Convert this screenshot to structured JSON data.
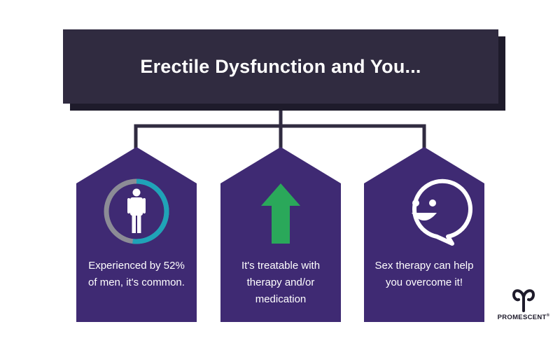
{
  "title": "Erectile Dysfunction and You...",
  "colors": {
    "title_bg": "#302b40",
    "title_shadow": "#1e1b2b",
    "card_bg": "#3f2a73",
    "connector": "#302b40",
    "ring_gray": "#8c8c96",
    "ring_teal": "#1fa3b8",
    "arrow_green": "#2aa85a"
  },
  "cards": [
    {
      "icon": "person-ring-icon",
      "statistic_percent": 52,
      "caption": "Experienced by 52% of men, it's common."
    },
    {
      "icon": "up-arrow-icon",
      "caption": "It's treatable with therapy and/or medication"
    },
    {
      "icon": "smiley-speech-bubble-icon",
      "caption": "Sex therapy can help you overcome it!"
    }
  ],
  "logo": {
    "brand": "PROMESCENT",
    "mark": "®"
  }
}
